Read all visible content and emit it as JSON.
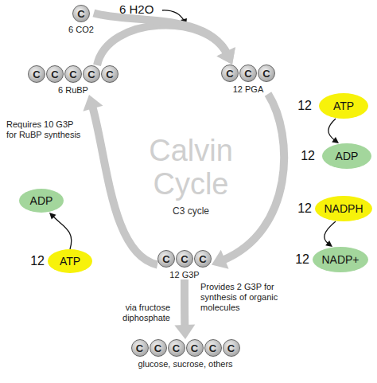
{
  "diagram": {
    "nodes": [
      {
        "text": [
          "6 CO2"
        ]
      },
      {
        "text": [
          "C"
        ],
        "in": 0
      },
      {
        "text": [
          "6 RuBP"
        ]
      },
      {
        "text": [
          "C"
        ],
        "in": 2
      },
      {
        "text": [
          "C"
        ],
        "in": 2
      },
      {
        "text": [
          "C"
        ],
        "in": 2
      },
      {
        "text": [
          "C"
        ],
        "in": 2
      },
      {
        "text": [
          "C"
        ],
        "in": 2
      },
      {
        "text": [
          "12 PGA"
        ]
      },
      {
        "text": [
          "C"
        ],
        "in": 8
      },
      {
        "text": [
          "C"
        ],
        "in": 8
      },
      {
        "text": [
          "C"
        ],
        "in": 8
      },
      {
        "text": [
          "ATP"
        ]
      },
      {
        "text": [
          "ADP"
        ]
      },
      {
        "text": [
          "NADPH"
        ]
      },
      {
        "text": [
          "NADP+"
        ]
      },
      {
        "text": [
          "12 G3P"
        ]
      },
      {
        "text": [
          "C"
        ],
        "in": 16
      },
      {
        "text": [
          "C"
        ],
        "in": 16
      },
      {
        "text": [
          "C"
        ],
        "in": 16
      },
      {
        "text": [
          "ADP"
        ]
      },
      {
        "text": [
          "ATP"
        ]
      },
      {
        "text": [
          "glucose, sucrose, others"
        ]
      },
      {
        "text": [
          "C"
        ],
        "in": 22
      },
      {
        "text": [
          "C"
        ],
        "in": 22
      },
      {
        "text": [
          "C"
        ],
        "in": 22
      },
      {
        "text": [
          "C"
        ],
        "in": 22
      },
      {
        "text": [
          "C"
        ],
        "in": 22
      },
      {
        "text": [
          "C"
        ],
        "in": 22
      }
    ],
    "edges": [
      {
        "from": 2,
        "to": 8,
        "arrow": "to"
      },
      {
        "from": 0,
        "to": 8,
        "arrow": "to"
      },
      {
        "from": 8,
        "to": 16,
        "arrow": "to"
      },
      {
        "from": 16,
        "to": 2,
        "arrow": "to"
      },
      {
        "from": 16,
        "to": 22,
        "arrow": "to"
      },
      {
        "from": 12,
        "to": 13,
        "arrow": "to"
      },
      {
        "from": 14,
        "to": 15,
        "arrow": "to"
      },
      {
        "from": 21,
        "to": 20,
        "arrow": "to"
      }
    ],
    "labels": [
      "6 H2O",
      "Calvin Cycle",
      "C3 cycle",
      "12",
      "12",
      "12",
      "12",
      "Requires 10 G3P for RuBP synthesis",
      "12",
      "Provides 2 G3P for synthesis of organic molecules",
      "via fructose diphosphate"
    ]
  }
}
